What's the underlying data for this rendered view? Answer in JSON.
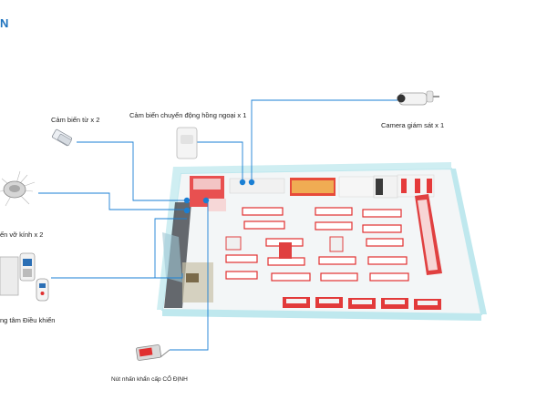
{
  "brand": {
    "text": "N",
    "color": "#1e73be"
  },
  "labels": {
    "door_sensor": "Cảm biến từ x 2",
    "motion_sensor": "Cảm biến chuyển động hồng ngoại x 1",
    "camera": "Camera giám sát x 1",
    "glass_break": "ến vỡ kính x 2",
    "control_center": "ng tâm Điều khiển",
    "panic_button": "Nút nhấn khẩn cấp CỐ ĐỊNH"
  },
  "colors": {
    "wire": "#1a7fd4",
    "store_wall": "#bfe8ee",
    "store_floor": "#f4f7f8",
    "shelf_red": "#e02828",
    "shelf_white": "#f7f7f7",
    "counter": "#d93030"
  },
  "icons": [
    "door-sensor-icon",
    "motion-sensor-icon",
    "camera-icon",
    "glass-break-sensor-icon",
    "alarm-panel-icon",
    "keypad-icon",
    "remote-icon",
    "panic-button-icon"
  ]
}
